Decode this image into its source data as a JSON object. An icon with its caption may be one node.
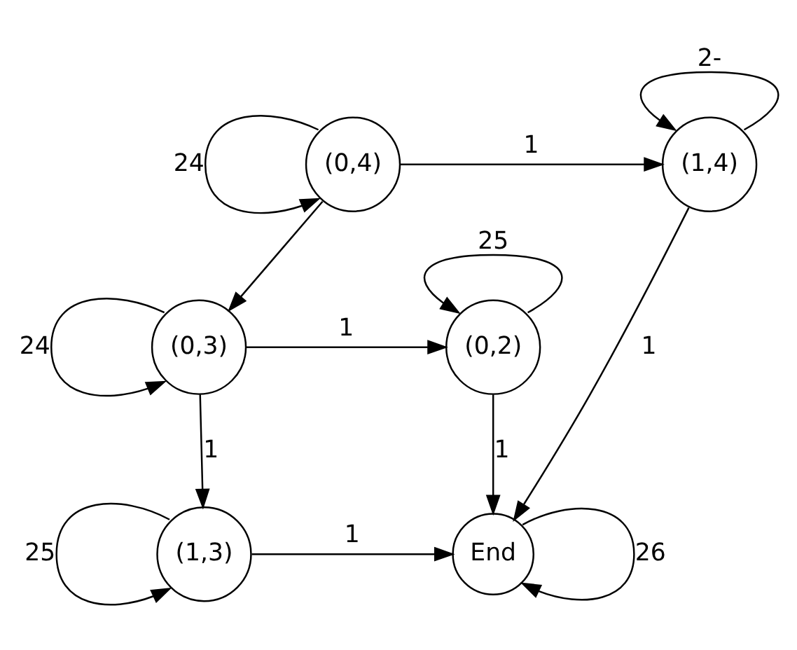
{
  "diagram": {
    "nodes": [
      {
        "text": [
          "(0,4)"
        ]
      },
      {
        "text": [
          "(1,4)"
        ]
      },
      {
        "text": [
          "(0,3)"
        ]
      },
      {
        "text": [
          "(0,2)"
        ]
      },
      {
        "text": [
          "(1,3)"
        ]
      },
      {
        "text": [
          "End"
        ]
      }
    ],
    "edges": [
      {
        "from": 0,
        "to": 1,
        "arrow": "to",
        "label": "1"
      },
      {
        "from": 0,
        "to": 0,
        "arrow": "to",
        "label": "24"
      },
      {
        "from": 1,
        "to": 1,
        "arrow": "to",
        "label": "2-"
      },
      {
        "from": 0,
        "to": 2,
        "arrow": "to"
      },
      {
        "from": 2,
        "to": 2,
        "arrow": "to",
        "label": "24"
      },
      {
        "from": 2,
        "to": 3,
        "arrow": "to",
        "label": "1"
      },
      {
        "from": 3,
        "to": 3,
        "arrow": "to",
        "label": "25"
      },
      {
        "from": 2,
        "to": 4,
        "arrow": "to",
        "label": "1"
      },
      {
        "from": 3,
        "to": 5,
        "arrow": "to",
        "label": "1"
      },
      {
        "from": 4,
        "to": 5,
        "arrow": "to",
        "label": "1"
      },
      {
        "from": 4,
        "to": 4,
        "arrow": "to",
        "label": "25"
      },
      {
        "from": 1,
        "to": 5,
        "arrow": "to",
        "label": "1"
      },
      {
        "from": 5,
        "to": 5,
        "arrow": "to",
        "label": "26"
      }
    ]
  }
}
